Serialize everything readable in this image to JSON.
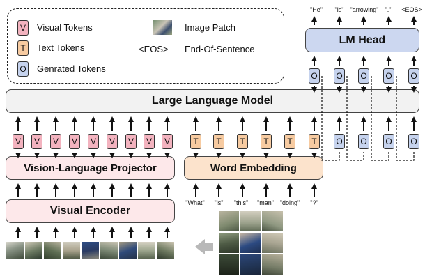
{
  "legend": {
    "visual_tokens": "Visual Tokens",
    "text_tokens": "Text Tokens",
    "generated_tokens": "Genrated Tokens",
    "image_patch": "Image Patch",
    "eos_tag": "<EOS>",
    "eos_desc": "End-Of-Sentence",
    "v_symbol": "V",
    "t_symbol": "T",
    "o_symbol": "O"
  },
  "modules": {
    "llm": "Large Language Model",
    "lm_head": "LM Head",
    "projector": "Vision-Language Projector",
    "embedding": "Word Embedding",
    "encoder": "Visual Encoder"
  },
  "input_words": [
    "\"What\"",
    "\"is\"",
    "\"this\"",
    "\"man\"",
    "\"doing\"",
    "\"?\""
  ],
  "output_words": [
    "\"He\"",
    "\"is\"",
    "\"arrowing\"",
    "\".\"",
    "<EOS>"
  ],
  "colors": {
    "visual_token": "#f3b3bf",
    "text_token": "#f7cba1",
    "generated_token": "#c6d3ee",
    "llm_box": "#f2f2f2",
    "lm_head_box": "#ccd7f0",
    "projector_box": "#fde8ea",
    "embedding_box": "#fce3cc",
    "encoder_box": "#fde8ea"
  }
}
